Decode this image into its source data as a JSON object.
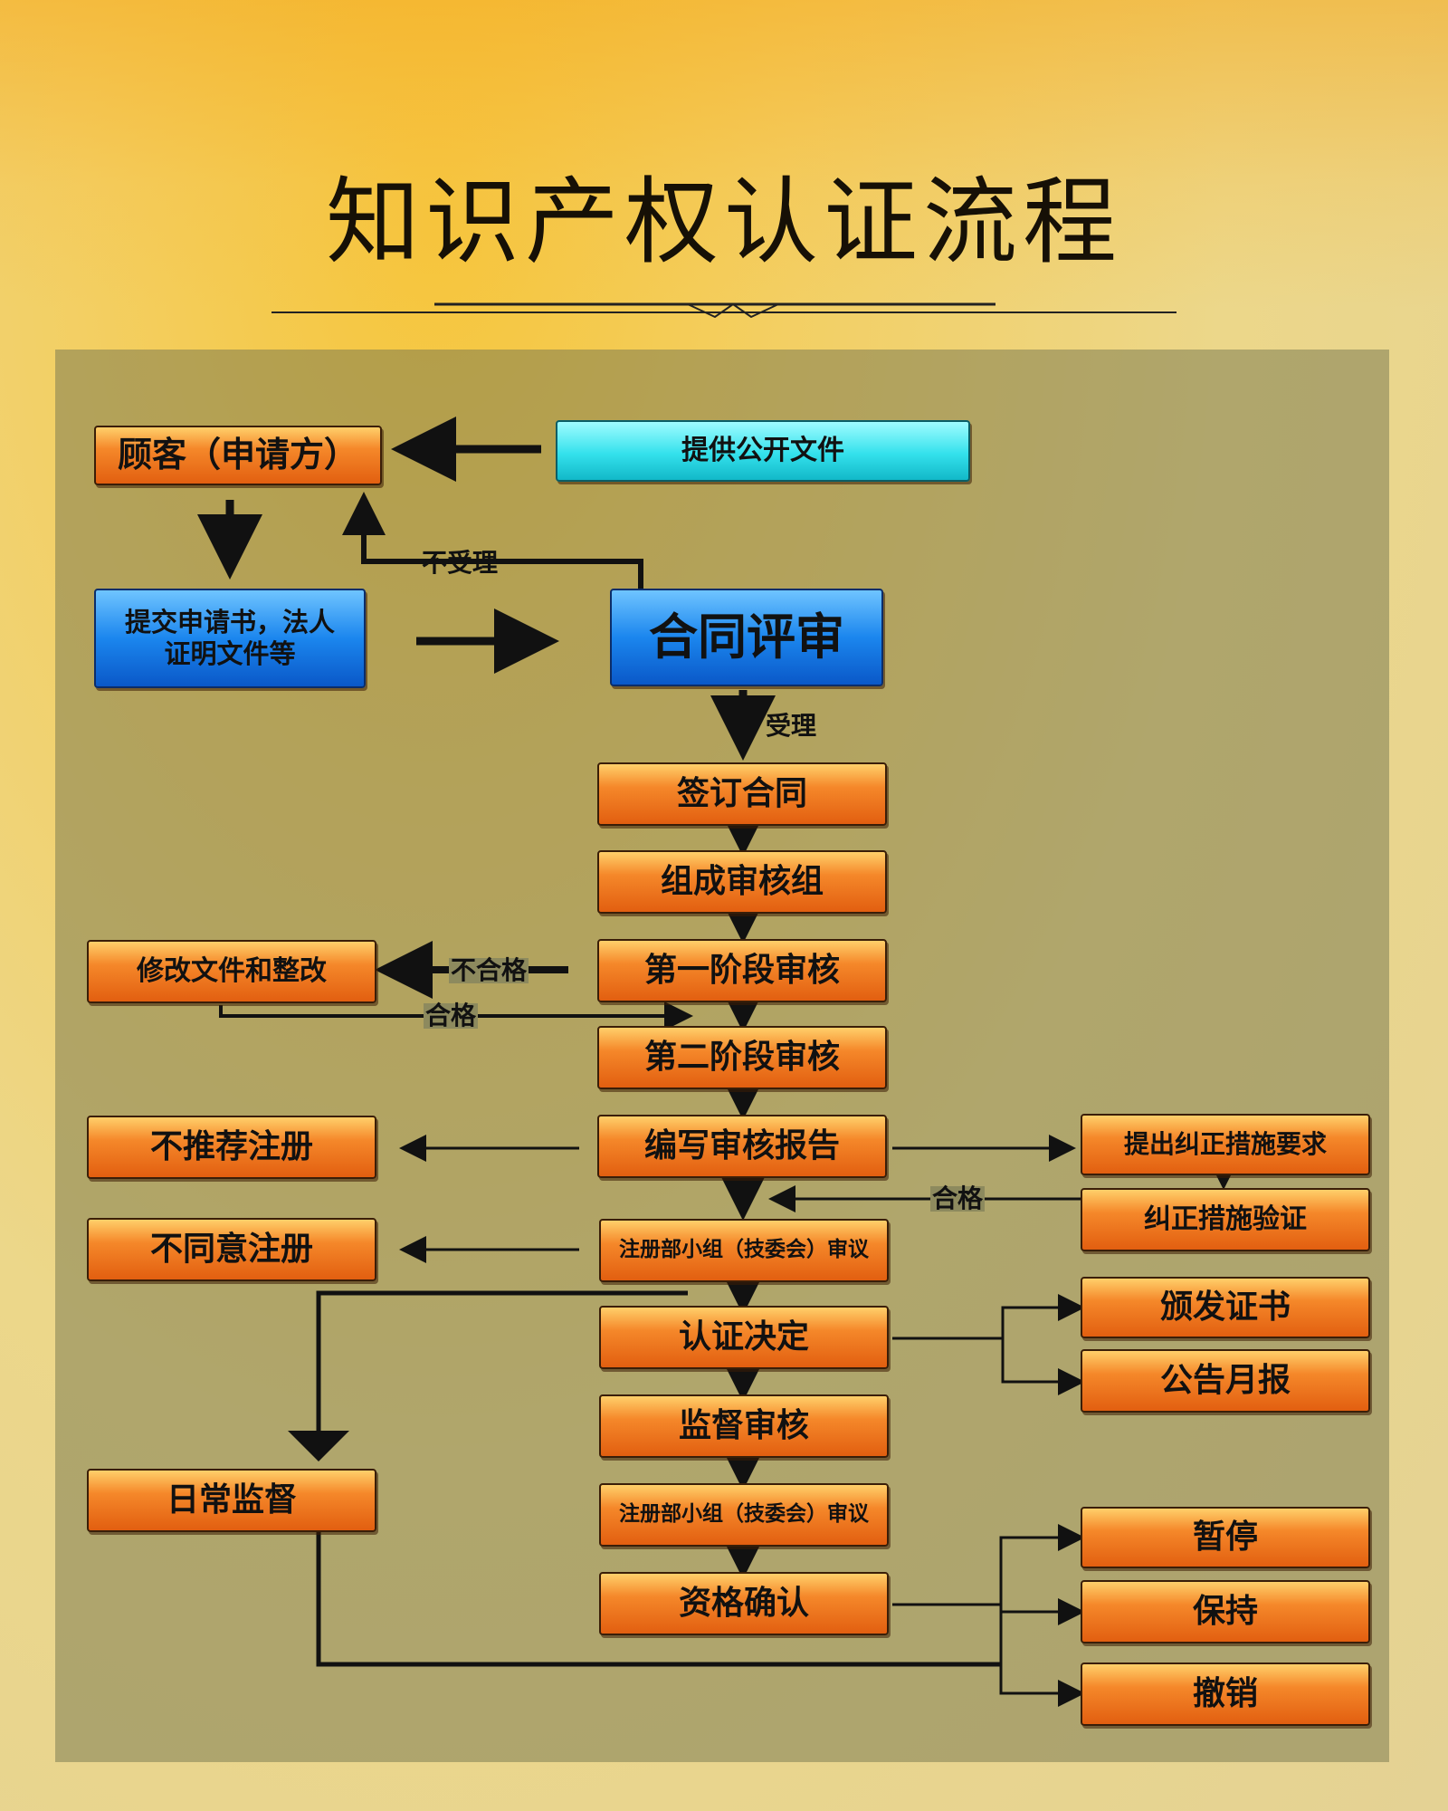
{
  "title": "知识产权认证流程",
  "nodes": {
    "customer": "顾客（申请方）",
    "public_docs": "提供公开文件",
    "submit": "提交申请书，法人证明文件等",
    "contract_review": "合同评审",
    "sign": "签订合同",
    "team": "组成审核组",
    "stage1": "第一阶段审核",
    "modify": "修改文件和整改",
    "stage2": "第二阶段审核",
    "report": "编写审核报告",
    "no_recommend": "不推荐注册",
    "corrective_req": "提出纠正措施要求",
    "corrective_verify": "纠正措施验证",
    "review1": "注册部小组（技委会）审议",
    "no_agree": "不同意注册",
    "decision": "认证决定",
    "issue_cert": "颁发证书",
    "announce": "公告月报",
    "surveil_audit": "监督审核",
    "daily": "日常监督",
    "review2": "注册部小组（技委会）审议",
    "qualify": "资格确认",
    "suspend": "暂停",
    "maintain": "保持",
    "revoke": "撤销"
  },
  "labels": {
    "not_accepted": "不受理",
    "accepted": "受理",
    "fail": "不合格",
    "pass": "合格",
    "pass2": "合格"
  }
}
